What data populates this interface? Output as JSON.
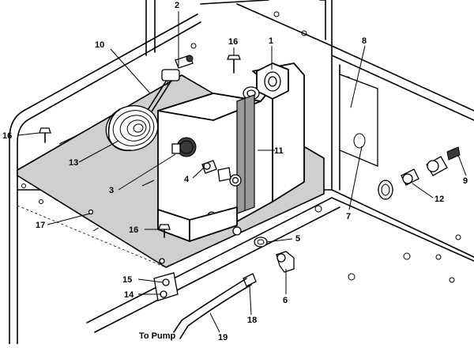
{
  "labels": {
    "l1": "1",
    "l2": "2",
    "l3": "3",
    "l4": "4",
    "l5": "5",
    "l6": "6",
    "l7": "7",
    "l8": "8",
    "l9": "9",
    "l10": "10",
    "l11": "11",
    "l12": "12",
    "l13": "13",
    "l14": "14",
    "l15": "15",
    "l16a": "16",
    "l16b": "16",
    "l16c": "16",
    "l17": "17",
    "l18": "18",
    "l19": "19"
  },
  "caption": "To Pump"
}
